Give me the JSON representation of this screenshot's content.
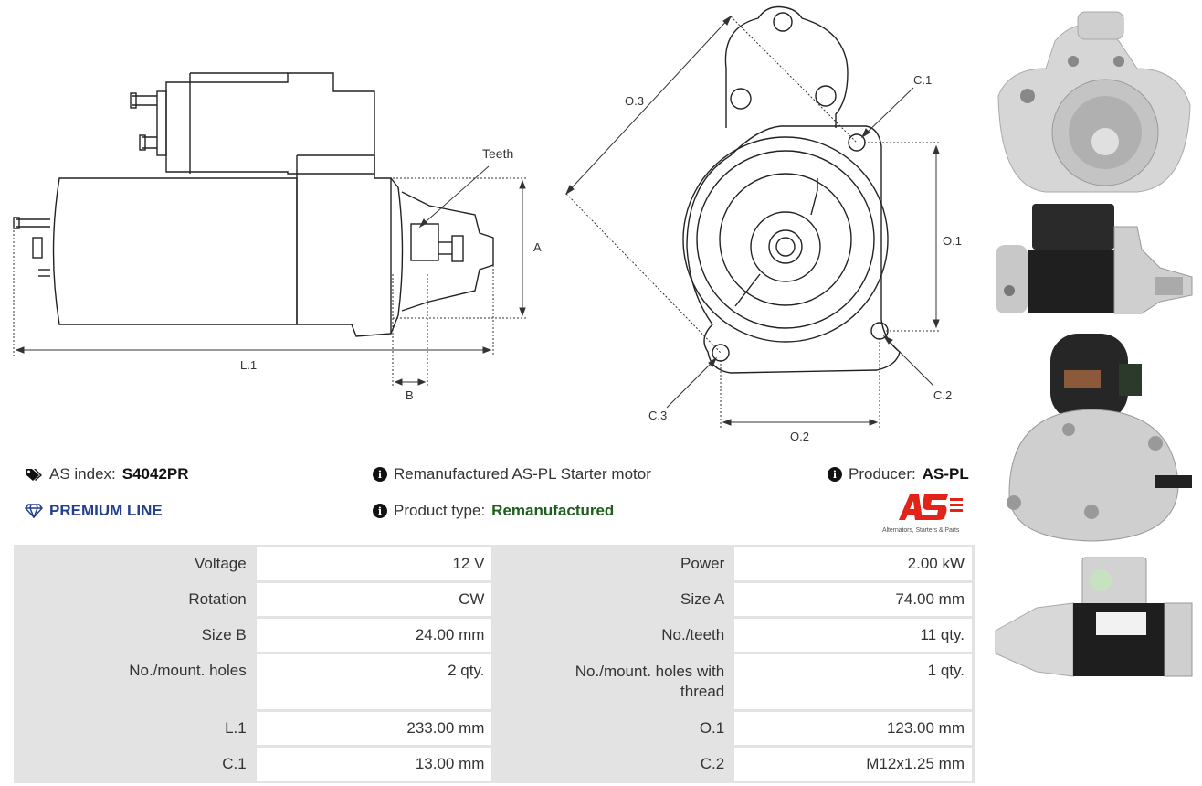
{
  "diagram": {
    "side": {
      "teeth": "Teeth",
      "a": "A",
      "b": "B",
      "l1": "L.1"
    },
    "front": {
      "o1": "O.1",
      "o2": "O.2",
      "o3": "O.3",
      "c1": "C.1",
      "c2": "C.2",
      "c3": "C.3"
    }
  },
  "info": {
    "as_index_label": "AS index:",
    "as_index_value": "S4042PR",
    "premium": "PREMIUM LINE",
    "description": "Remanufactured AS-PL Starter motor",
    "product_type_label": "Product type:",
    "product_type_value": "Remanufactured",
    "producer_label": "Producer:",
    "producer_value": "AS-PL",
    "logo_tagline": "Alternators, Starters & Parts"
  },
  "specs": [
    {
      "l1": "Voltage",
      "v1": "12 V",
      "l2": "Power",
      "v2": "2.00 kW"
    },
    {
      "l1": "Rotation",
      "v1": "CW",
      "l2": "Size A",
      "v2": "74.00 mm"
    },
    {
      "l1": "Size B",
      "v1": "24.00 mm",
      "l2": "No./teeth",
      "v2": "11 qty."
    },
    {
      "l1": "No./mount. holes",
      "v1": "2 qty.",
      "l2": "No./mount. holes with thread",
      "v2": "1 qty."
    },
    {
      "l1": "L.1",
      "v1": "233.00 mm",
      "l2": "O.1",
      "v2": "123.00 mm"
    },
    {
      "l1": "C.1",
      "v1": "13.00 mm",
      "l2": "C.2",
      "v2": "M12x1.25 mm"
    }
  ],
  "colors": {
    "premium": "#23408e",
    "green": "#1e5e1e",
    "logo_red": "#e2231a",
    "table_bg": "#e3e3e3"
  }
}
